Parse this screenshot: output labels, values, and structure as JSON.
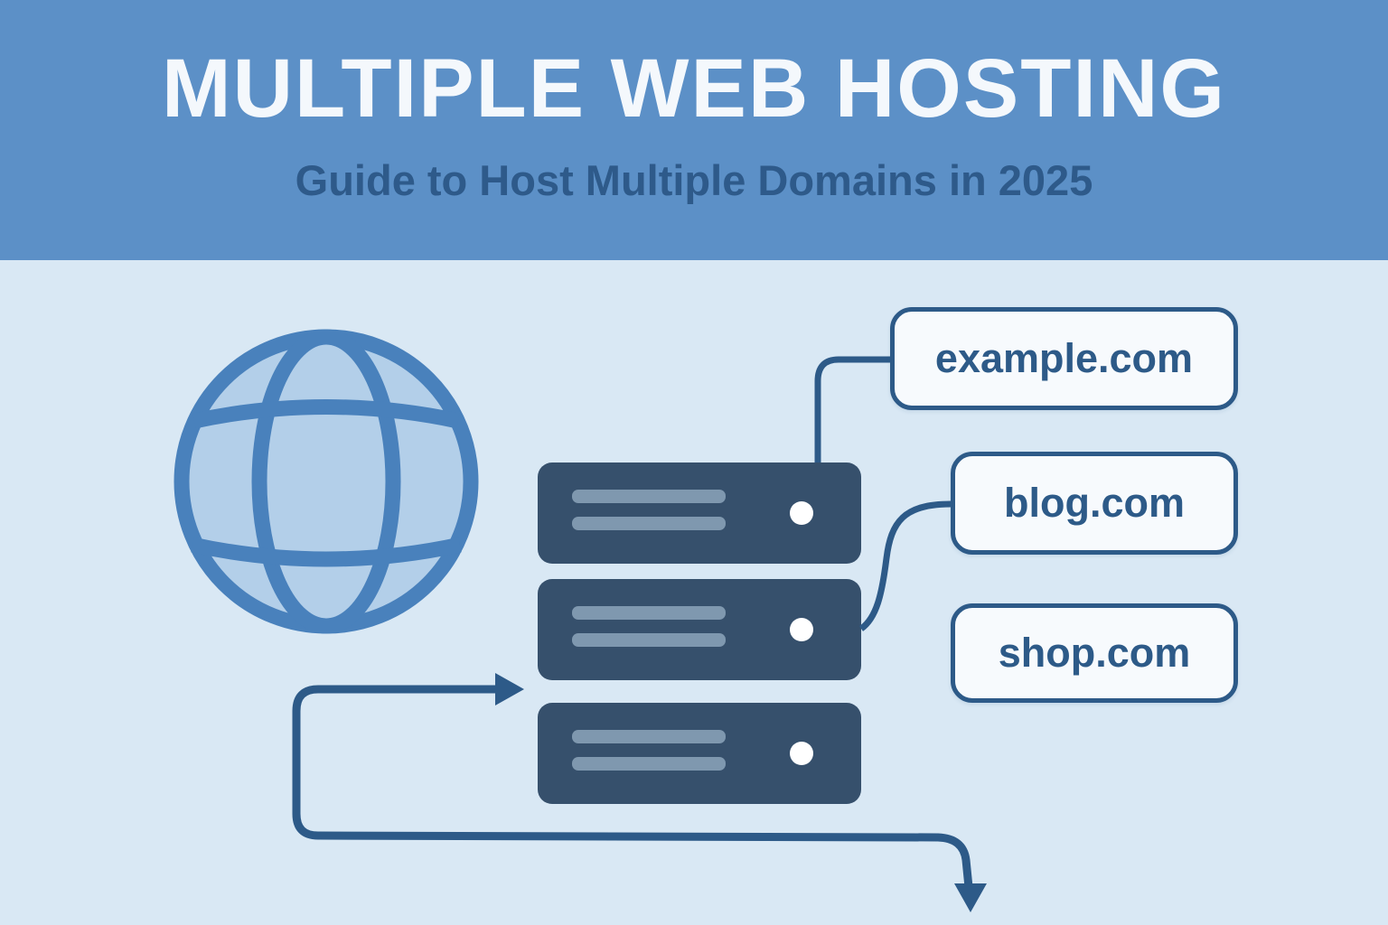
{
  "header": {
    "title": "MULTIPLE WEB HOSTING",
    "subtitle": "Guide to Host Multiple Domains in 2025"
  },
  "diagram": {
    "domains": [
      {
        "label": "example.com"
      },
      {
        "label": "blog.com"
      },
      {
        "label": "shop.com"
      }
    ],
    "icons": [
      {
        "name": "globe-icon"
      },
      {
        "name": "server-stack-icon"
      },
      {
        "name": "flow-arrow"
      }
    ]
  },
  "colors": {
    "header_bg": "#5c90c7",
    "body_bg": "#d9e8f4",
    "navy": "#2d5a88",
    "title_text": "#f4f8fc",
    "server_body": "#36506c",
    "server_bar": "#7f98af",
    "server_led": "#ffffff",
    "globe_stroke": "#4981bc",
    "globe_fill": "#b3cfe9",
    "box_bg": "#f7fafd"
  }
}
